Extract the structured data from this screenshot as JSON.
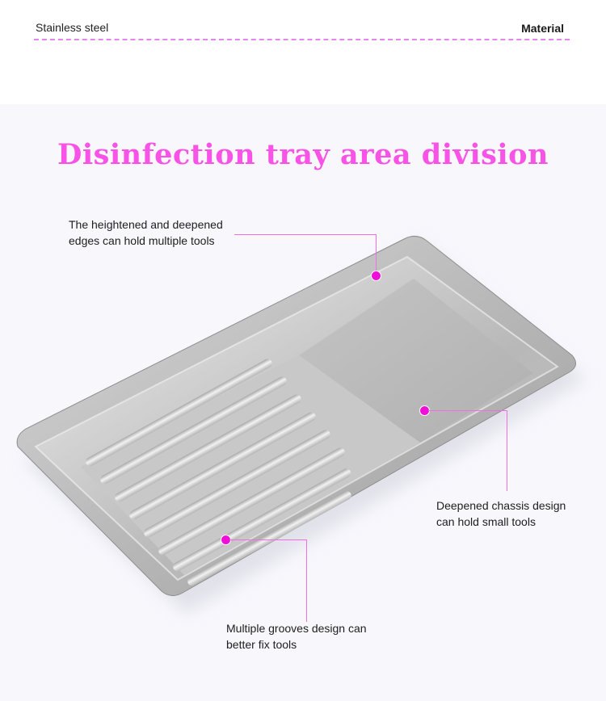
{
  "spec_row": {
    "value": "Stainless steel",
    "label": "Material"
  },
  "section": {
    "title": "Disinfection tray area division",
    "title_color": "#f952e6",
    "accent_color": "#f00fd8"
  },
  "callouts": [
    {
      "id": "edges",
      "lines": [
        "The heightened and deepened",
        "edges can hold multiple tools"
      ]
    },
    {
      "id": "chassis",
      "lines": [
        "Deepened chassis design",
        "can hold small tools"
      ]
    },
    {
      "id": "grooves",
      "lines": [
        "Multiple grooves design can",
        "better fix tools"
      ]
    }
  ],
  "image": {
    "subject": "stainless-steel-tray",
    "groove_count": 8
  }
}
